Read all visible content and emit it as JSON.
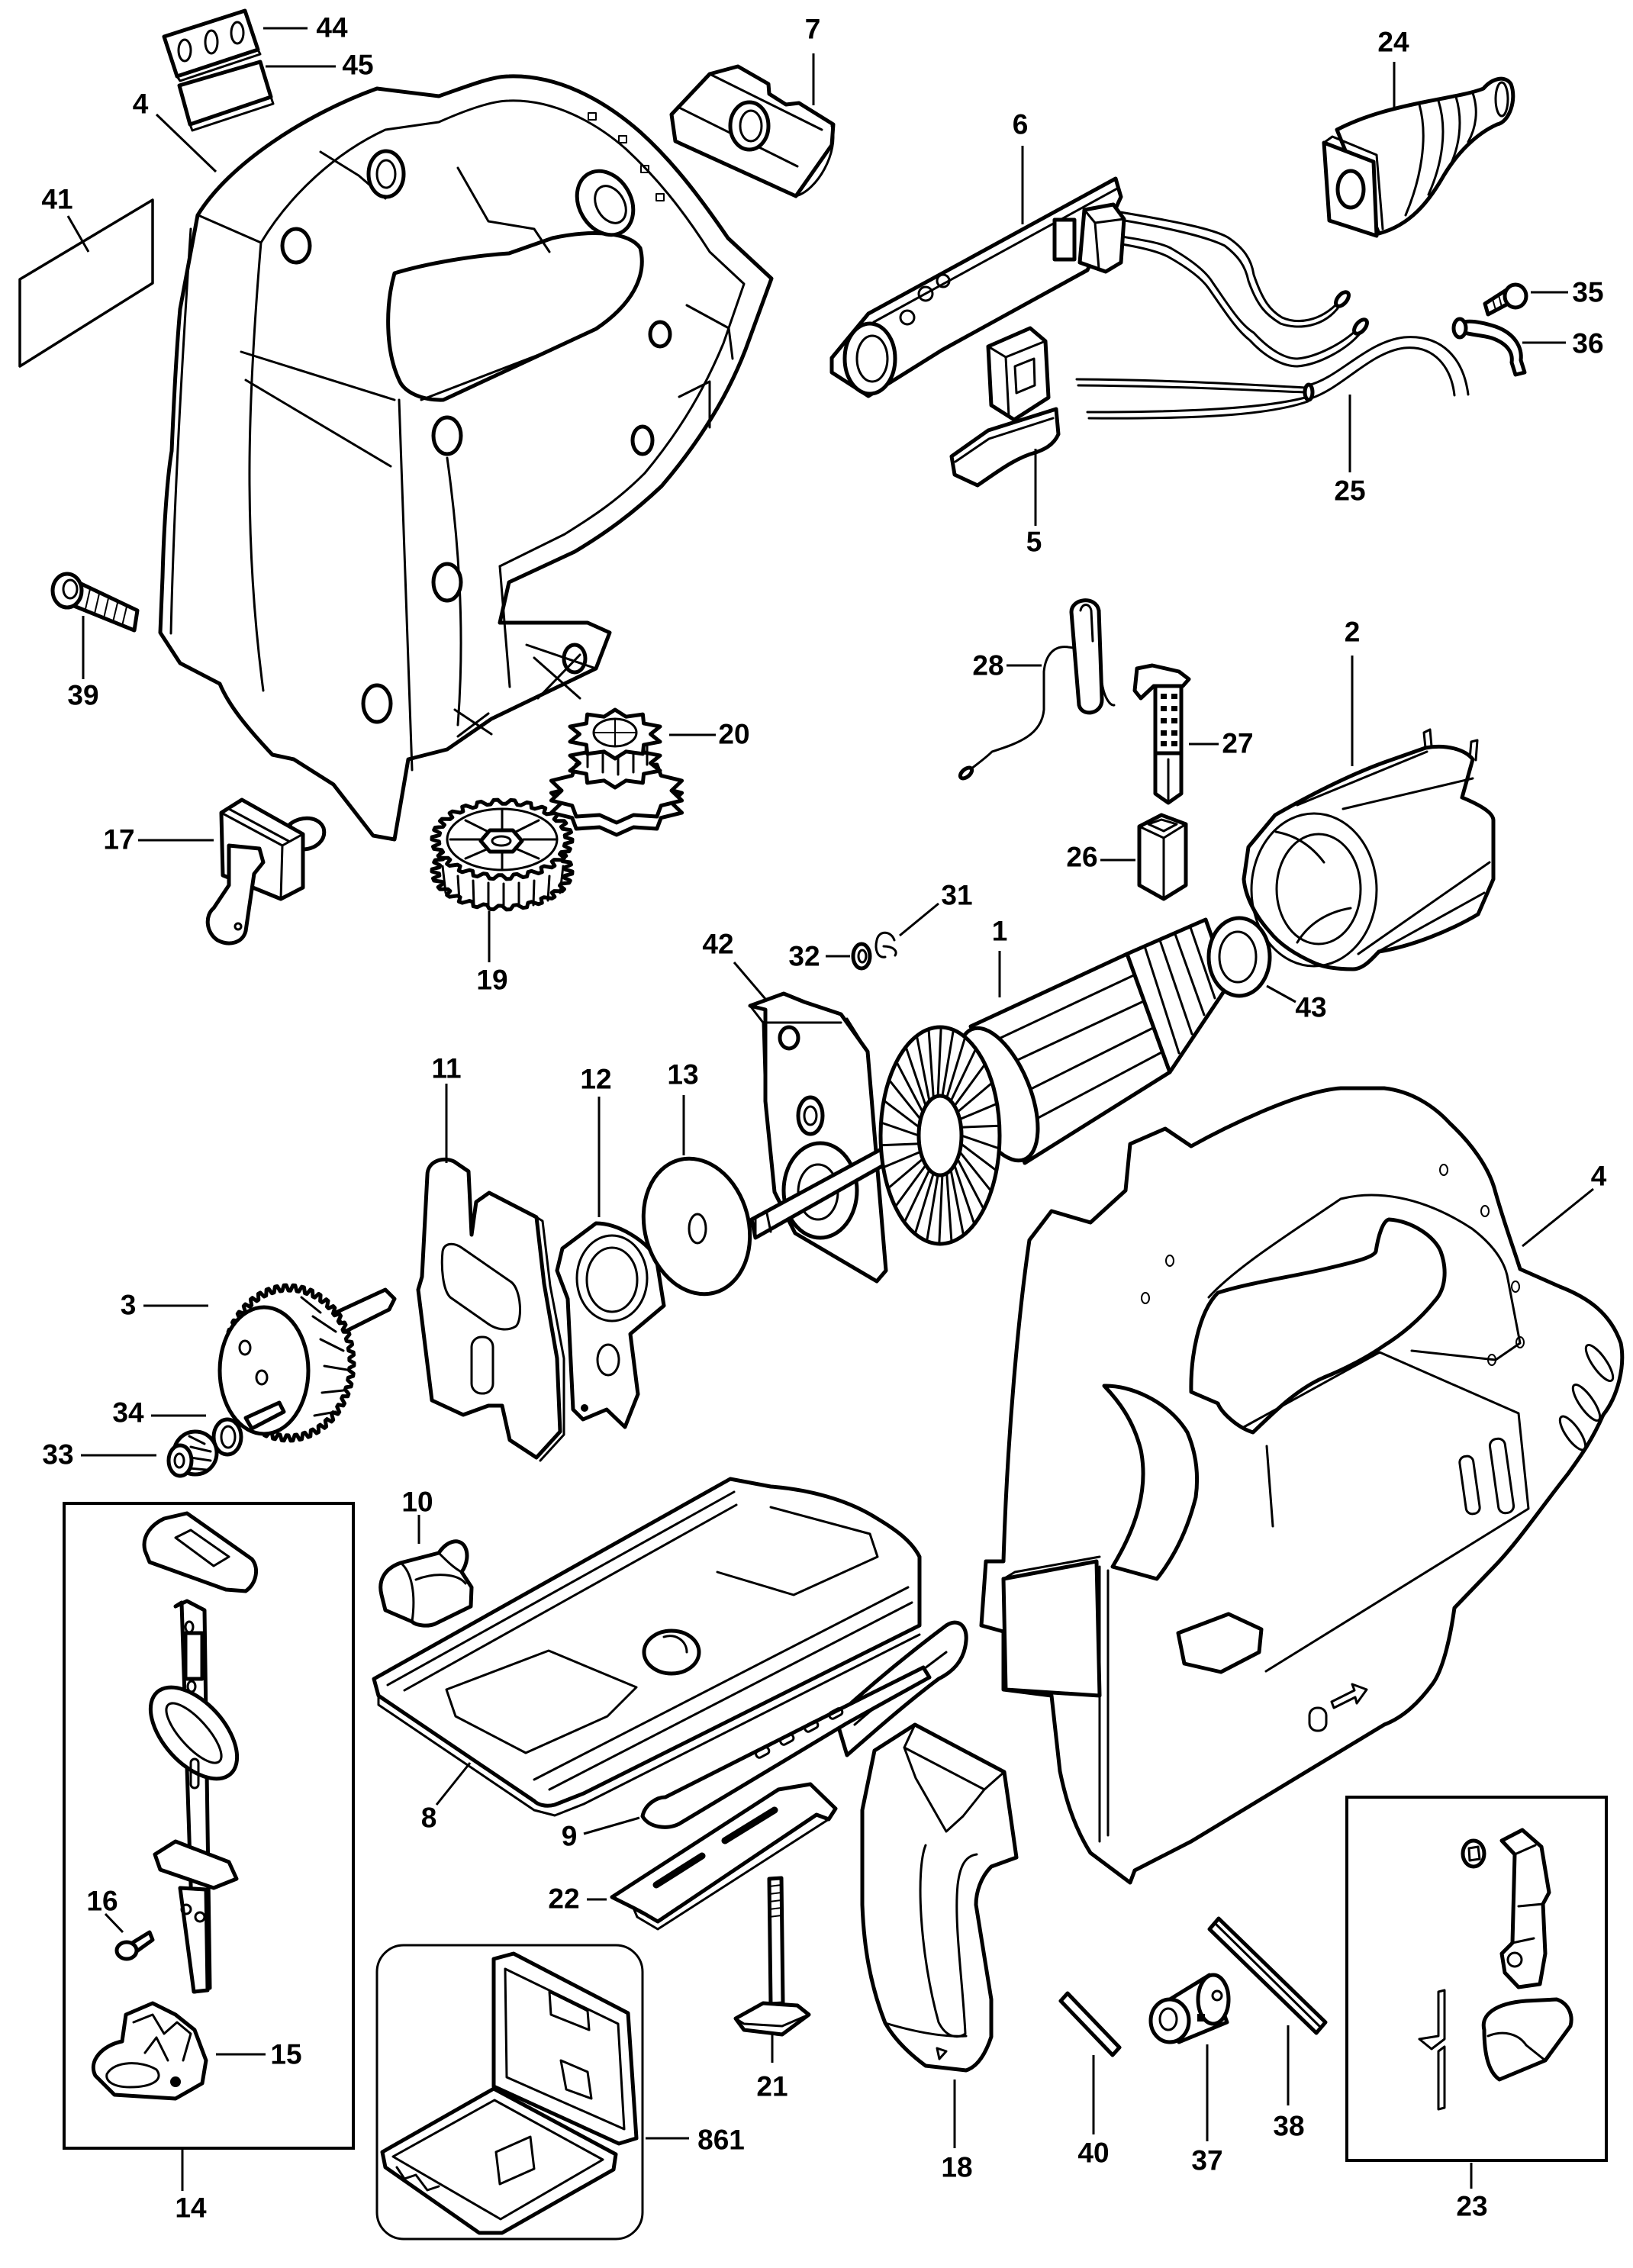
{
  "diagram": {
    "callouts": [
      "44",
      "45",
      "4",
      "41",
      "7",
      "6",
      "24",
      "35",
      "36",
      "25",
      "5",
      "39",
      "28",
      "2",
      "27",
      "20",
      "17",
      "26",
      "19",
      "31",
      "32",
      "42",
      "1",
      "43",
      "11",
      "12",
      "13",
      "4",
      "3",
      "34",
      "33",
      "10",
      "8",
      "9",
      "22",
      "16",
      "15",
      "21",
      "861",
      "14",
      "18",
      "40",
      "37",
      "38",
      "23"
    ]
  },
  "colors": {
    "line": "#000000",
    "background": "#ffffff"
  }
}
